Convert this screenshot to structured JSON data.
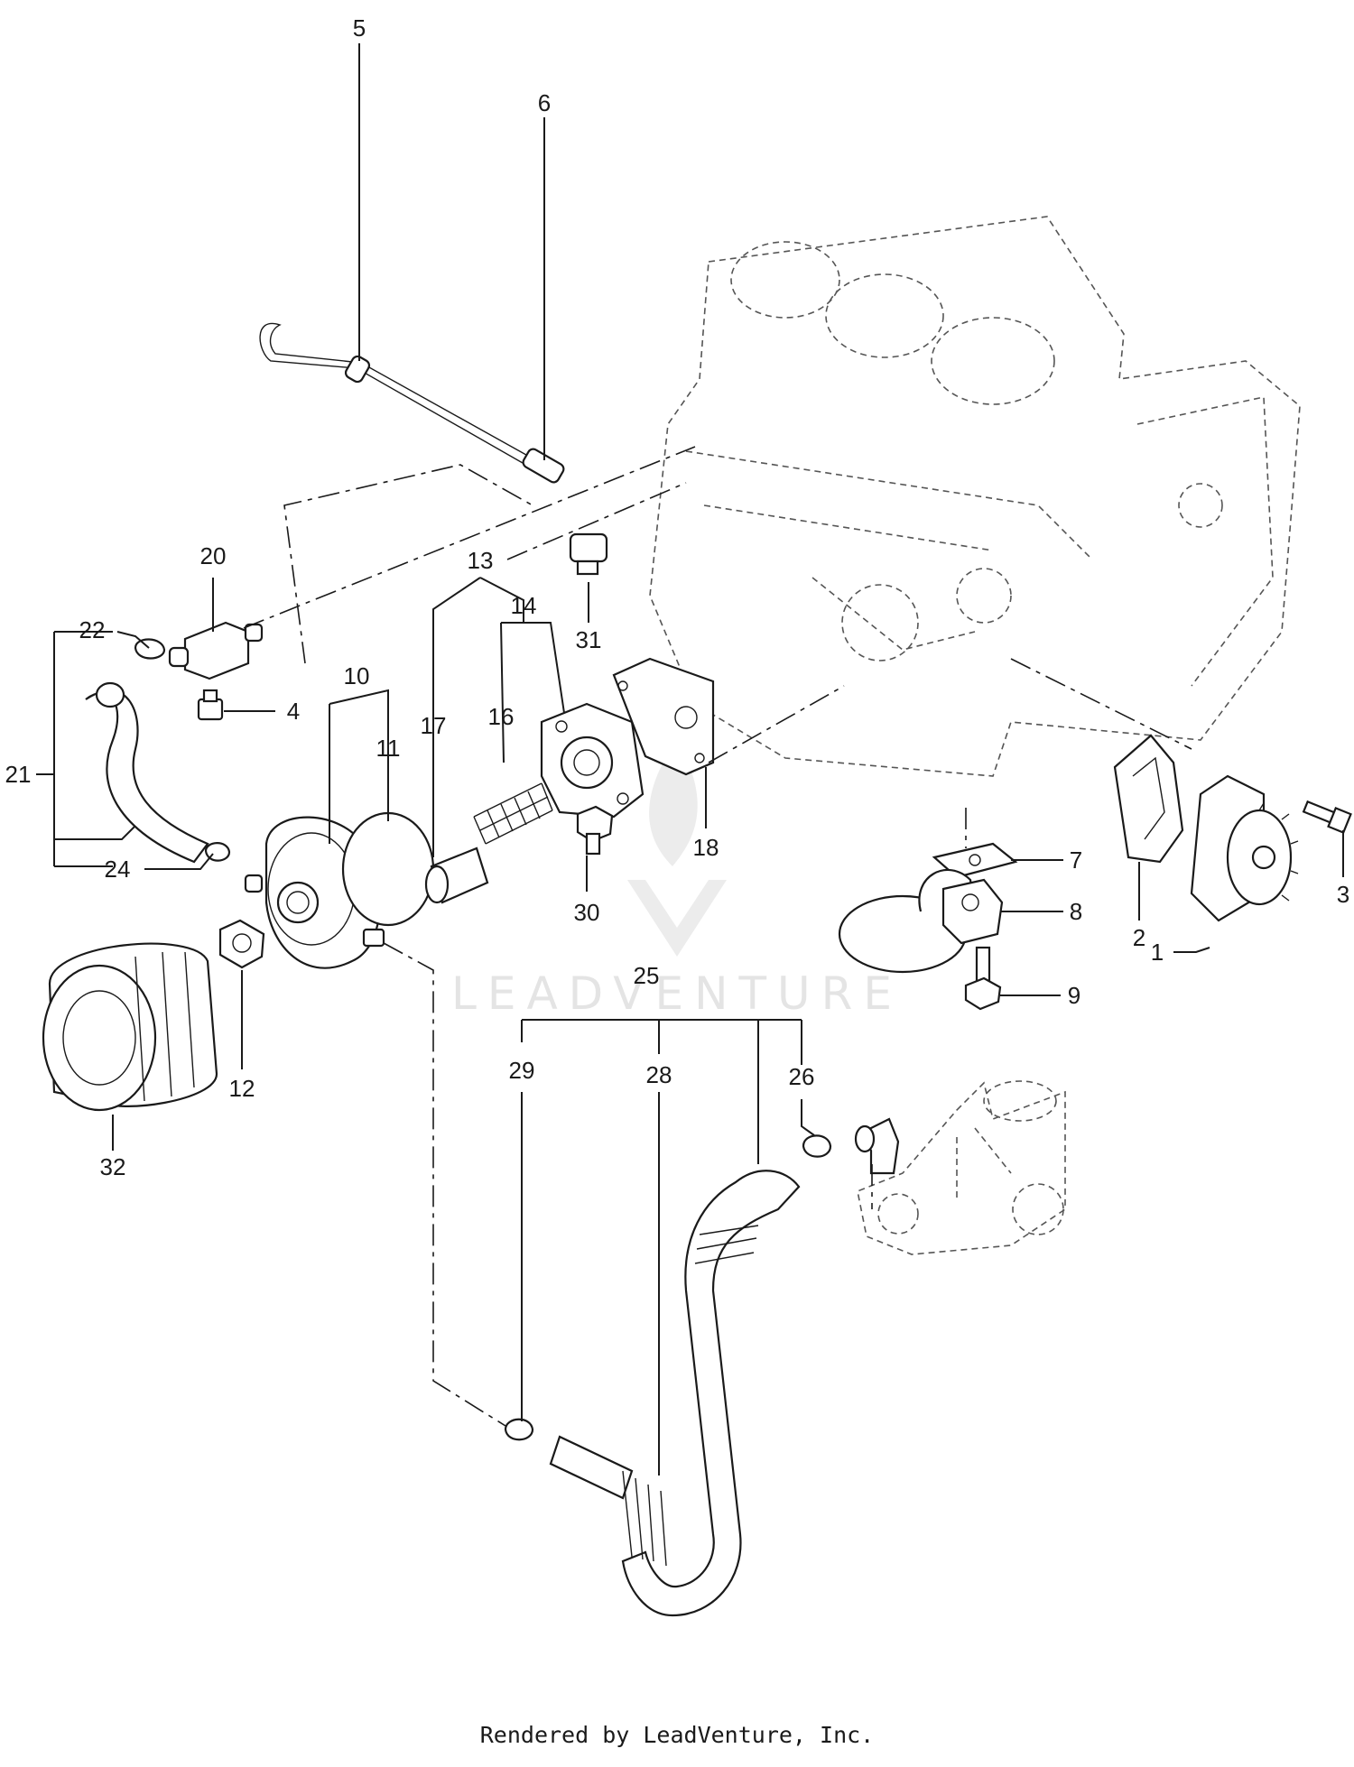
{
  "diagram": {
    "callouts": [
      "1",
      "2",
      "3",
      "4",
      "5",
      "6",
      "7",
      "8",
      "9",
      "10",
      "11",
      "12",
      "13",
      "14",
      "16",
      "17",
      "18",
      "20",
      "21",
      "22",
      "24",
      "25",
      "26",
      "28",
      "29",
      "30",
      "31",
      "32"
    ]
  },
  "watermark": {
    "text": "LEADVENTURE"
  },
  "footer": {
    "text": "Rendered by LeadVenture, Inc."
  }
}
